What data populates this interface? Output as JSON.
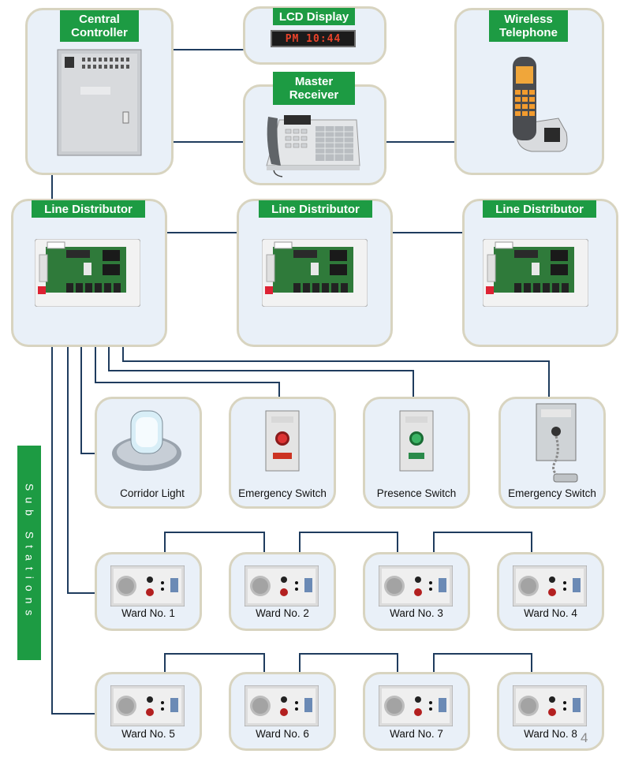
{
  "top": {
    "central_controller": "Central\nController",
    "lcd_display": "LCD Display",
    "lcd_time": "PM 10:44",
    "wireless_telephone": "Wireless\nTelephone",
    "master_receiver": "Master\nReceiver"
  },
  "distributors": [
    "Line Distributor",
    "Line Distributor",
    "Line Distributor"
  ],
  "devices": [
    "Corridor Light",
    "Emergency Switch",
    "Presence Switch",
    "Emergency Switch"
  ],
  "wards": [
    "Ward No. 1",
    "Ward No. 2",
    "Ward No. 3",
    "Ward No. 4",
    "Ward No. 5",
    "Ward No. 6",
    "Ward No. 7",
    "Ward No. 8"
  ],
  "sub_stations_label": "Sub Stations",
  "page_number": "4",
  "colors": {
    "tag_green": "#1d9b43",
    "box_fill": "#e9f0f8",
    "box_border": "#d8d4c0",
    "wire": "#1f3c5e"
  }
}
